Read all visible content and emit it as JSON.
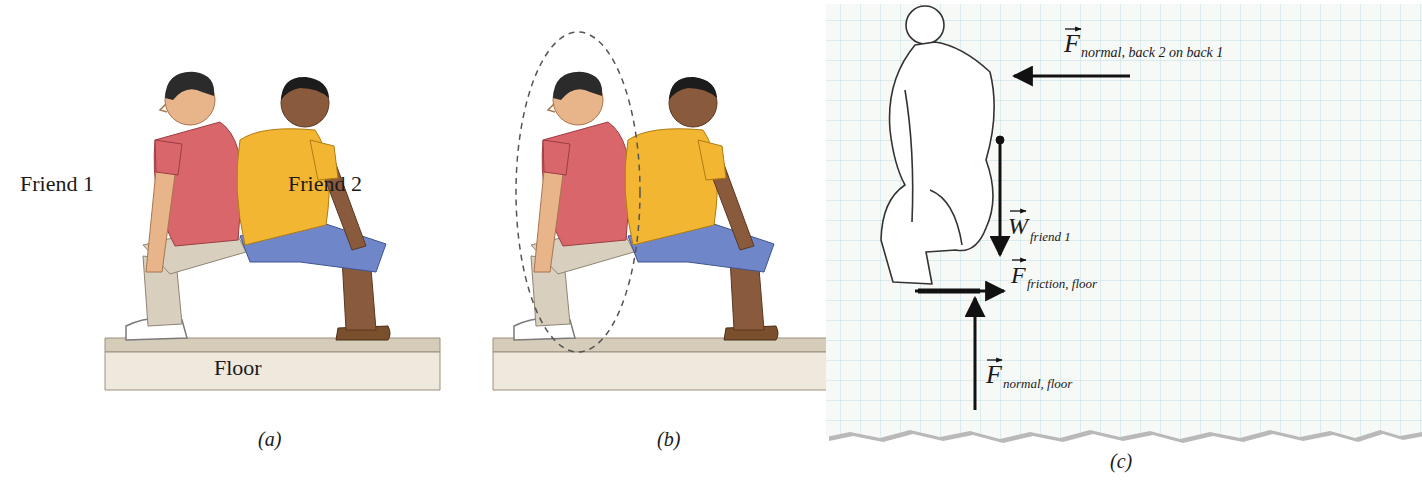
{
  "diagram": {
    "labels": [
      "Friend 1",
      "Friend 2",
      "Floor",
      "(a)",
      "(b)",
      "(c)",
      "F",
      "normal, back 2 on back 1",
      "W",
      "friend 1",
      "F",
      "friction, floor",
      "F",
      "normal, floor"
    ]
  }
}
